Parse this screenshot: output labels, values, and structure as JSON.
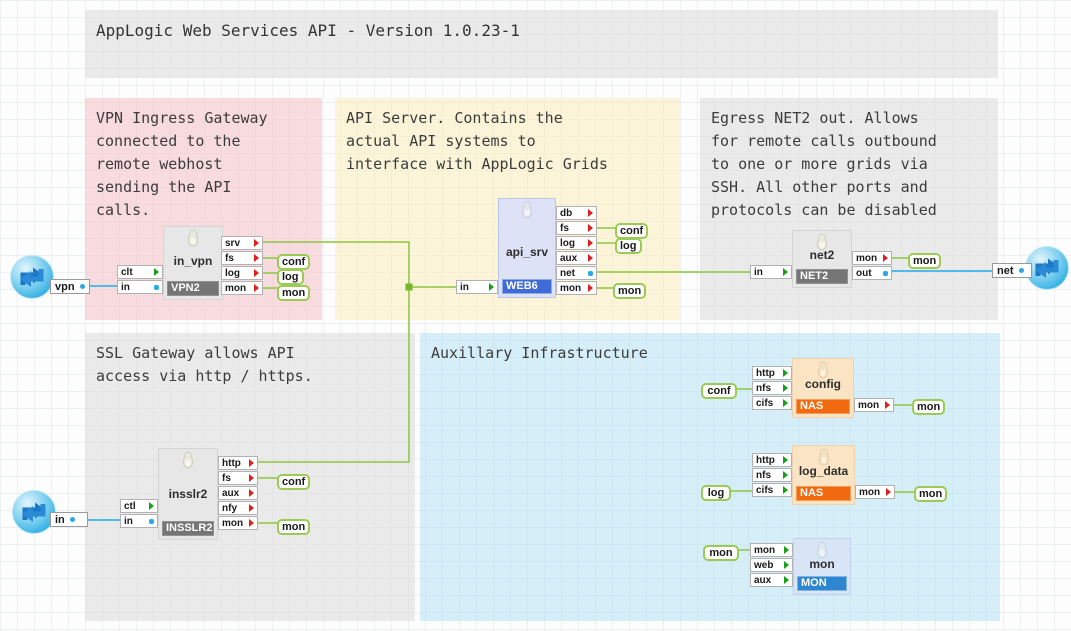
{
  "header": {
    "title": "AppLogic Web Services API - Version 1.0.23-1"
  },
  "regions": {
    "vpn_ingress": {
      "text": "VPN Ingress Gateway\nconnected to the\nremote webhost\nsending the API\ncalls."
    },
    "api_server": {
      "text": "API Server. Contains the\nactual API systems to\ninterface with AppLogic Grids"
    },
    "egress": {
      "text": "Egress NET2 out. Allows\nfor remote calls outbound\nto one or more grids via\nSSH. All other ports and\nprotocols can be disabled"
    },
    "ssl_gateway": {
      "text": "SSL Gateway allows API\naccess via http / https."
    },
    "auxillary": {
      "text": "Auxillary Infrastructure"
    }
  },
  "components": {
    "in_vpn": {
      "name": "in_vpn",
      "class": "VPN2",
      "ports": {
        "clt": "clt",
        "in": "in",
        "srv": "srv",
        "fs": "fs",
        "log": "log",
        "mon": "mon"
      },
      "terminals": {
        "conf": "conf",
        "log": "log",
        "mon": "mon"
      }
    },
    "api_srv": {
      "name": "api_srv",
      "class": "WEB6",
      "ports": {
        "in": "in",
        "db": "db",
        "fs": "fs",
        "log": "log",
        "aux": "aux",
        "net": "net",
        "mon": "mon"
      },
      "terminals": {
        "conf": "conf",
        "log": "log",
        "mon": "mon"
      }
    },
    "net2": {
      "name": "net2",
      "class": "NET2",
      "ports": {
        "in": "in",
        "mon": "mon",
        "out": "out"
      },
      "terminals": {
        "mon": "mon"
      }
    },
    "insslr2": {
      "name": "insslr2",
      "class": "INSSLR2",
      "ports": {
        "ctl": "ctl",
        "in": "in",
        "http": "http",
        "fs": "fs",
        "aux": "aux",
        "nfy": "nfy",
        "mon": "mon"
      },
      "terminals": {
        "conf": "conf",
        "mon": "mon"
      }
    },
    "config": {
      "name": "config",
      "class": "NAS",
      "ports": {
        "http": "http",
        "nfs": "nfs",
        "cifs": "cifs",
        "mon": "mon"
      },
      "terminals": {
        "conf": "conf",
        "mon": "mon"
      }
    },
    "log_data": {
      "name": "log_data",
      "class": "NAS",
      "ports": {
        "http": "http",
        "nfs": "nfs",
        "cifs": "cifs",
        "mon": "mon"
      },
      "terminals": {
        "log": "log",
        "mon": "mon"
      }
    },
    "mon": {
      "name": "mon",
      "class": "MON",
      "ports": {
        "mon": "mon",
        "web": "web",
        "aux": "aux"
      },
      "terminals": {
        "mon": "mon"
      }
    }
  },
  "io_terminals": {
    "vpn": "vpn",
    "net": "net",
    "in": "in"
  },
  "icons": {
    "gateway_circle": "sync-arrows-icon",
    "component_watermark": "tux-penguin-icon",
    "input_port_marker": "green-arrow-icon",
    "output_port_marker": "red-arrow-icon",
    "gateway_port_marker": "blue-dot-icon"
  },
  "colors": {
    "connection_green": "#8cc63f",
    "connection_blue": "#53b9e9",
    "input_port_arrow": "#18a018",
    "output_port_arrow": "#e02020",
    "gateway_marker": "#2aa7e8",
    "region_pink": "#f8dcdc",
    "region_yellow": "#fcf3d5",
    "region_gray": "#ececec",
    "region_blue": "#d9eff9",
    "nas_label": "#f26a10",
    "web_label": "#3e6bd5",
    "mon_label": "#2e86d0",
    "generic_label": "#757575"
  }
}
